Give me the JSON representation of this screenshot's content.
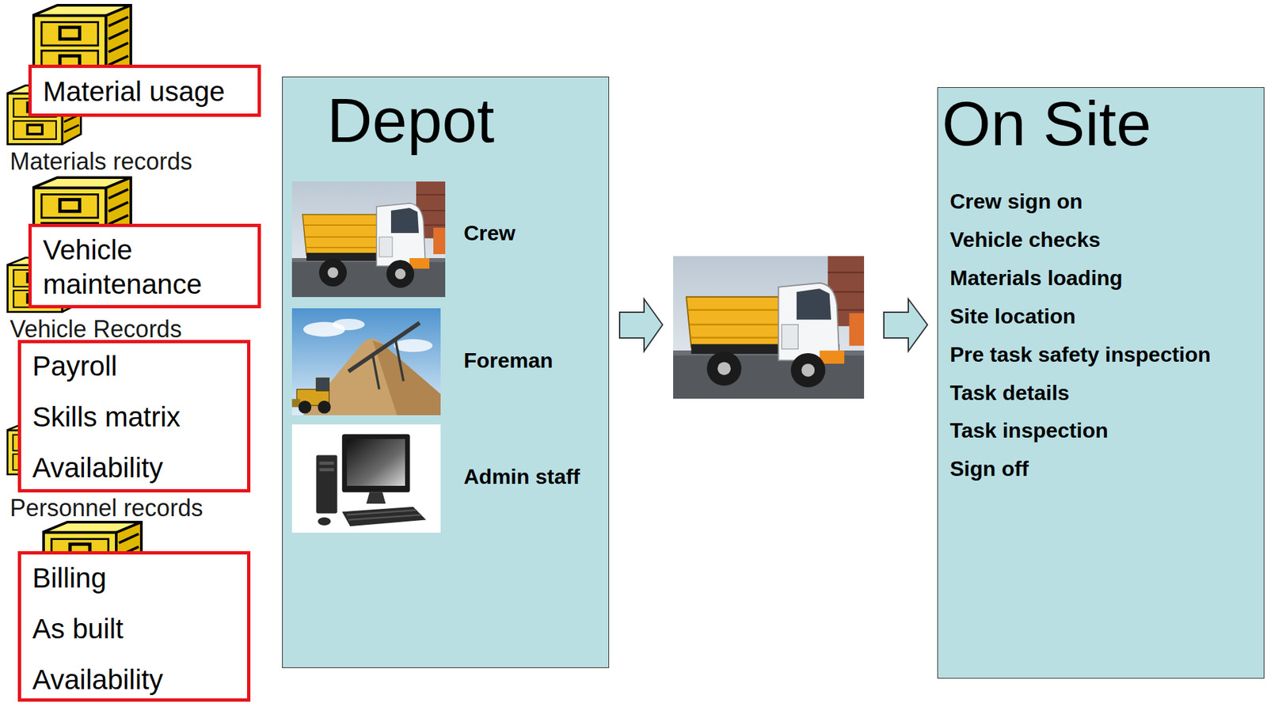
{
  "diagram": {
    "nodes": [
      {
        "text": [
          "Material usage"
        ]
      },
      {
        "text": [
          "Vehicle maintenance"
        ]
      },
      {
        "text": [
          "Payroll",
          "Skills matrix",
          "Availability"
        ]
      },
      {
        "text": [
          "Billing",
          "As built",
          "Availability"
        ]
      },
      {
        "text": [
          "Depot",
          "Crew",
          "Foreman",
          "Admin staff"
        ]
      },
      {
        "text": [
          "On Site",
          "Crew sign on",
          "Vehicle checks",
          "Materials loading",
          "Site location",
          "Pre task safety inspection",
          "Task details",
          "Task inspection",
          "Sign off"
        ]
      }
    ],
    "labels": [
      "Materials records",
      "Vehicle Records",
      "Personnel records"
    ]
  }
}
